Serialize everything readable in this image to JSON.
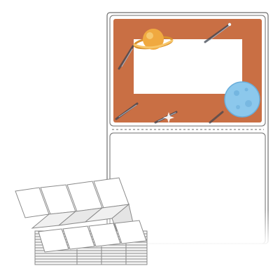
{
  "product": {
    "label_count_top_row": 4,
    "fanfold_stack_visible": true,
    "liner_backing_visible": true,
    "top_label": {
      "design": "space-frame",
      "frame_color": "#c96f44",
      "window_color": "#ffffff",
      "decorations": [
        "planet-saturn-icon",
        "moon-icon",
        "comet-icon",
        "star-sparkle-icon"
      ]
    },
    "bottom_label": {
      "design": "blank"
    },
    "perforation_between_labels": true
  },
  "colors": {
    "frame": "#c96f44",
    "saturn": "#f0a940",
    "saturn_ring": "#f7c66a",
    "moon": "#8cc8ec",
    "moon_crater": "#6aaedb",
    "comet_tail": "#4a4f5c",
    "outline": "#6e6e6e",
    "stack_outline": "#8a8a8a",
    "stack_fill": "#f4f4f4"
  }
}
